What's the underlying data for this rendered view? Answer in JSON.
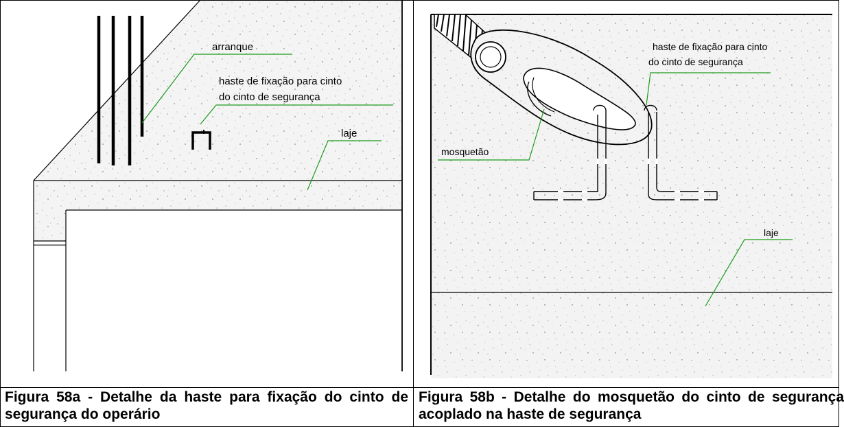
{
  "figure_a": {
    "labels": {
      "arranque": "arranque",
      "haste_line1": "haste de fixação para cinto",
      "haste_line2": "do cinto de segurança",
      "laje": "laje"
    },
    "caption": "Figura 58a - Detalhe da haste para fixação do cinto de segurança do operário"
  },
  "figure_b": {
    "labels": {
      "haste_line1": "haste de fixação para cinto",
      "haste_line2": "do cinto de segurança",
      "mosquetao": "mosquetão",
      "laje": "laje"
    },
    "caption": "Figura 58b - Detalhe do mosquetão do cinto de segurança acoplado na haste de segurança"
  },
  "colors": {
    "leader_line": "#1a9a1a",
    "concrete_base": "#f3f3f3",
    "outline": "#000000"
  }
}
